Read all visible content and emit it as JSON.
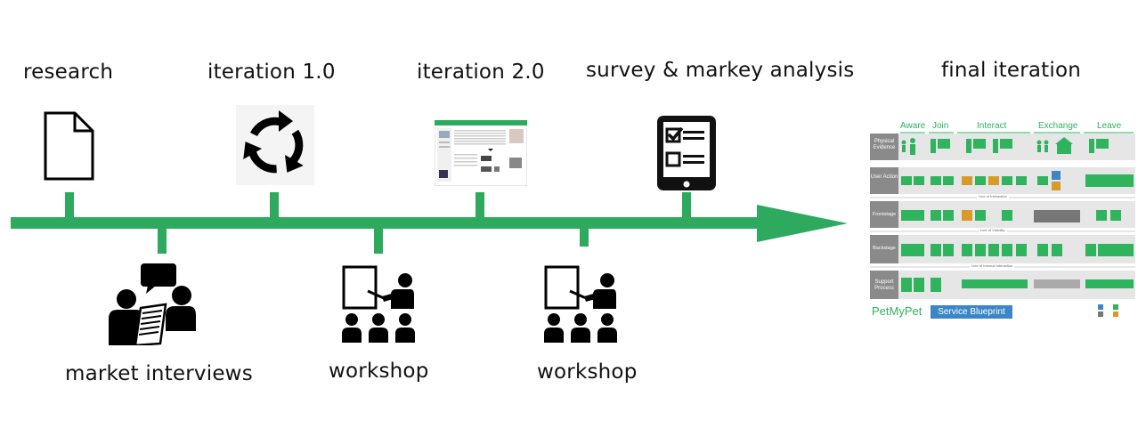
{
  "stages_above": [
    {
      "label": "research",
      "icon": "document-icon"
    },
    {
      "label": "iteration 1.0",
      "icon": "cycle-arrows-icon"
    },
    {
      "label": "iteration 2.0",
      "icon": "website-screenshot"
    },
    {
      "label": "survey & markey analysis",
      "icon": "checklist-tablet-icon"
    }
  ],
  "stages_below": [
    {
      "label": "market interviews",
      "icon": "interview-people-icon"
    },
    {
      "label": "workshop",
      "icon": "presentation-audience-icon"
    },
    {
      "label": "workshop",
      "icon": "presentation-audience-icon"
    }
  ],
  "final": {
    "label": "final iteration",
    "blueprint": {
      "phases": [
        "Aware",
        "Join",
        "Interact",
        "Exchange",
        "Leave"
      ],
      "rows": [
        "Physical Evidence",
        "User Action",
        "Frontstage",
        "Backstage",
        "Support Process"
      ],
      "lines": [
        "Line of Interaction",
        "Line of Visibility",
        "Line of Internal Interaction"
      ],
      "brand": "PetMyPet",
      "title": "Service Blueprint"
    }
  },
  "colors": {
    "accent": "#2daa5e",
    "blueprint_green": "#2fb35d",
    "blueprint_blue": "#3b86c6",
    "row_label_bg": "#8a8a8a",
    "row_bg": "#e6e6e6"
  }
}
